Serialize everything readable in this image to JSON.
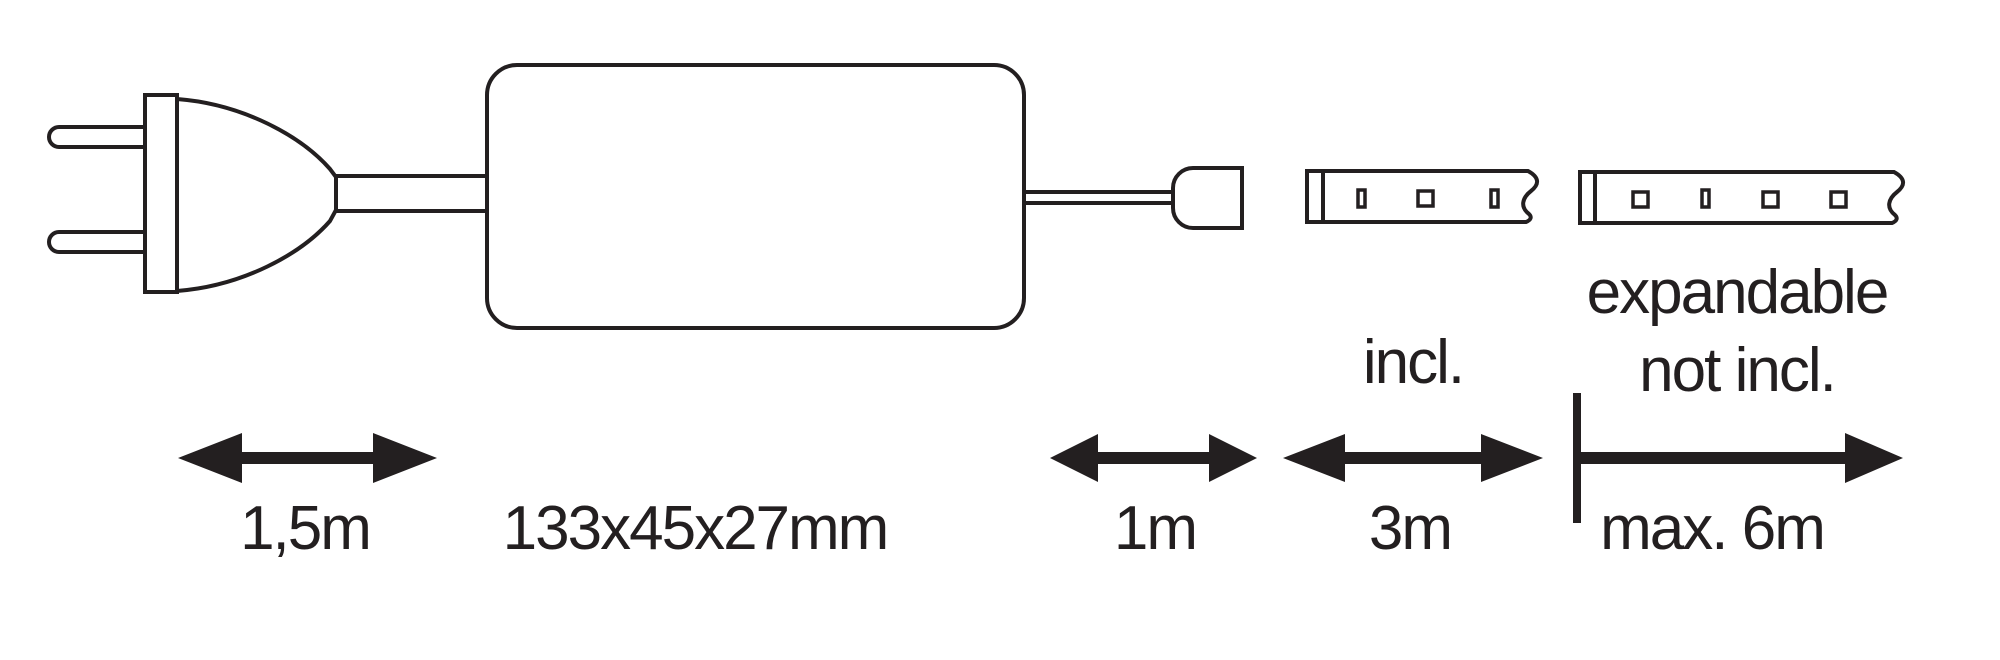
{
  "diagram": {
    "colors": {
      "background": "#ffffff",
      "ink": "#231f20"
    },
    "icons": [
      "power-plug-icon",
      "mains-cable-icon",
      "driver-box-icon",
      "dc-cable-icon",
      "dc-connector-icon",
      "led-strip-included-icon",
      "led-strip-expansion-icon",
      "double-arrow-icon",
      "max-extent-arrow-icon"
    ],
    "labels": {
      "mains_cable_length": "1,5m",
      "driver_dimensions": "133x45x27mm",
      "dc_cable_length": "1m",
      "strip_included_length": "3m",
      "strip_included_note": "incl.",
      "expansion_note_line1": "expandable",
      "expansion_note_line2": "not incl.",
      "expansion_max_length": "max. 6m"
    }
  }
}
